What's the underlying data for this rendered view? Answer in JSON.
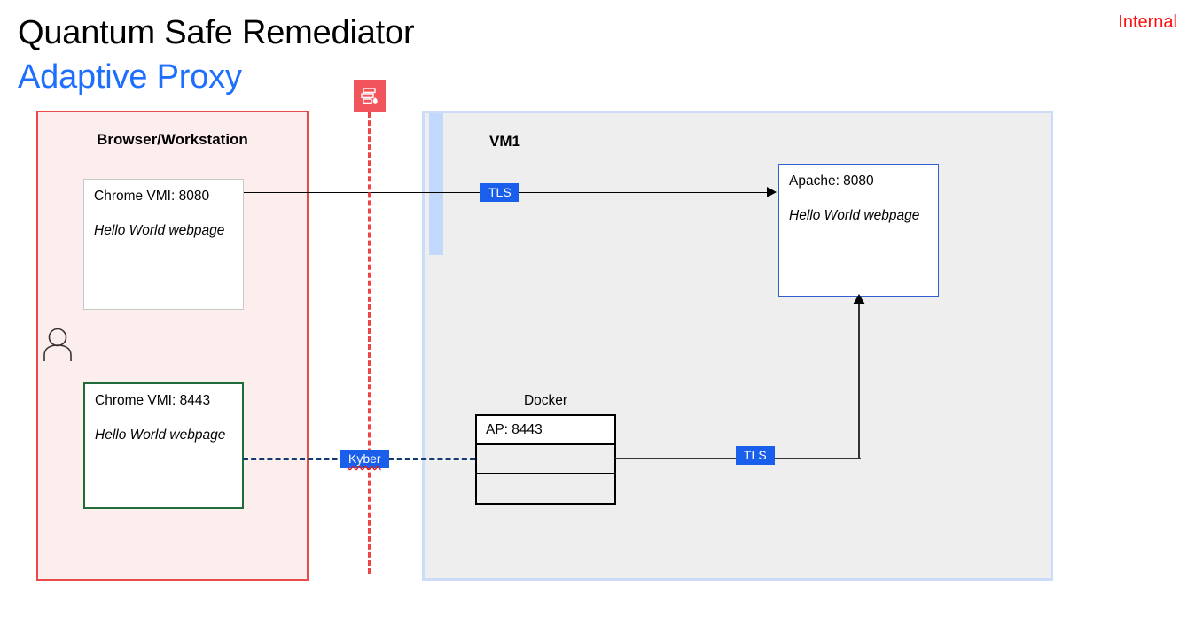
{
  "header": {
    "title": "Quantum Safe Remediator",
    "subtitle": "Adaptive Proxy",
    "classification": "Internal",
    "subtitle_color": "#1f6fff",
    "classification_color": "#ff0f0f"
  },
  "zones": {
    "workstation": {
      "label": "Browser/Workstation",
      "border_color": "#ea4a4a",
      "fill_color": "#fdeeee"
    },
    "vm1": {
      "label": "VM1",
      "border_color": "#cadcf8",
      "fill_color": "#eeeeee",
      "accent_color": "#c3d9fb"
    }
  },
  "nodes": {
    "chrome_8080": {
      "title": "Chrome VMI: 8080",
      "subtitle": "Hello World webpage",
      "border_color": "#c8c8c8"
    },
    "chrome_8443": {
      "title": "Chrome VMI: 8443",
      "subtitle": "Hello World webpage",
      "border_color": "#1f6b39"
    },
    "apache_8080": {
      "title": "Apache: 8080",
      "subtitle": "Hello World webpage",
      "border_color": "#2f5fd0"
    }
  },
  "docker": {
    "label": "Docker",
    "rows": [
      {
        "text": "AP: 8443"
      },
      {
        "text": ""
      },
      {
        "text": ""
      }
    ]
  },
  "connectors": {
    "tls_top": {
      "label": "TLS",
      "chip_color": "#1a5fec"
    },
    "tls_bottom": {
      "label": "TLS",
      "chip_color": "#1a5fec"
    },
    "kyber": {
      "label": "Kyber",
      "chip_color": "#1a5fec",
      "line_color": "#123a73"
    }
  },
  "firewall": {
    "icon_name": "firewall-icon",
    "icon_color": "#f2545b",
    "line_color": "#ef4444"
  },
  "actor": {
    "icon_name": "user-icon"
  }
}
